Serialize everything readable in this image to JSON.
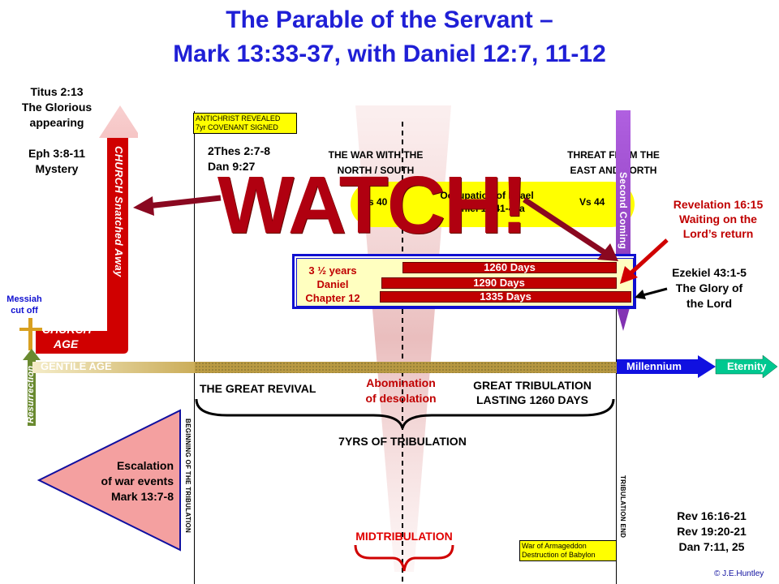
{
  "title": {
    "line1": "The Parable of the Servant –",
    "line2": "Mark 13:33-37, with Daniel 12:7, 11-12"
  },
  "left_top": {
    "titus_line1": "Titus 2:13",
    "titus_line2": "The Glorious",
    "titus_line3": "appearing",
    "eph_line1": "Eph 3:8-11",
    "eph_line2": "Mystery"
  },
  "church": {
    "snatched_label": "CHURCH Snatched Away",
    "age_line1": "CHURCH",
    "age_line2": "AGE"
  },
  "messiah": {
    "line1": "Messiah",
    "line2": "cut off"
  },
  "resurrection_label": "Resurrection",
  "gentile_age": "GENTILE AGE",
  "millennium": "Millennium",
  "eternity": "Eternity",
  "antichrist_box": {
    "line1": "ANTICHRIST  REVEALED",
    "line2": "7yr COVENANT  SIGNED"
  },
  "thes": {
    "line1": "2Thes 2:7-8",
    "line2": "Dan 9:27"
  },
  "war_north_south": {
    "line1": "THE WAR WITH THE",
    "line2": "NORTH / SOUTH"
  },
  "threat_east_north": {
    "line1": "THREAT FROM THE",
    "line2": "EAST AND NORTH"
  },
  "occupation": {
    "vs40": "Vs 40",
    "line1": "Occupation of Israel",
    "line2": "Daniel 11:41-45a",
    "vs44": "Vs 44"
  },
  "watch": "WATCH!",
  "second_coming": "Second Coming",
  "revelation": {
    "line1": "Revelation 16:15",
    "line2": "Waiting on the",
    "line3": "Lord’s return"
  },
  "daniel_box": {
    "line1": "3 ½ years",
    "line2": "Daniel",
    "line3": "Chapter 12",
    "bars": [
      "1260 Days",
      "1290 Days",
      "1335 Days"
    ]
  },
  "ezekiel": {
    "line1": "Ezekiel 43:1-5",
    "line2": "The Glory of",
    "line3": "the Lord"
  },
  "great_revival": "THE GREAT REVIVAL",
  "abomination": {
    "line1": "Abomination",
    "line2": "of desolation"
  },
  "great_tribulation": {
    "line1": "GREAT TRIBULATION",
    "line2": "LASTING 1260 DAYS"
  },
  "seven_years": "7YRS OF TRIBULATION",
  "beginning_label": "BEGINNING  OF THE TRIBULATION",
  "end_label": "TRIBULATION END",
  "escalation": {
    "line1": "Escalation",
    "line2": "of war events",
    "line3": "Mark 13:7-8"
  },
  "midtribulation": "MIDTRIBULATION",
  "armageddon": {
    "line1": "War of Armageddon",
    "line2": "Destruction of Babylon"
  },
  "rev_refs": {
    "line1": "Rev 16:16-21",
    "line2": "Rev 19:20-21",
    "line3": "Dan 7:11, 25"
  },
  "copyright": "© J.E.Huntley",
  "colors": {
    "title_blue": "#1f1fd6",
    "dark_red": "#c00000",
    "watch_red": "#b00010",
    "gentile_gold": "#b8a040",
    "millennium_blue": "#1010e0",
    "eternity_teal": "#00c890",
    "daniel_box_blue": "#1010d0",
    "yellow": "#ffff00",
    "pink": "#f4a0a0",
    "purple": "#9040c0"
  }
}
